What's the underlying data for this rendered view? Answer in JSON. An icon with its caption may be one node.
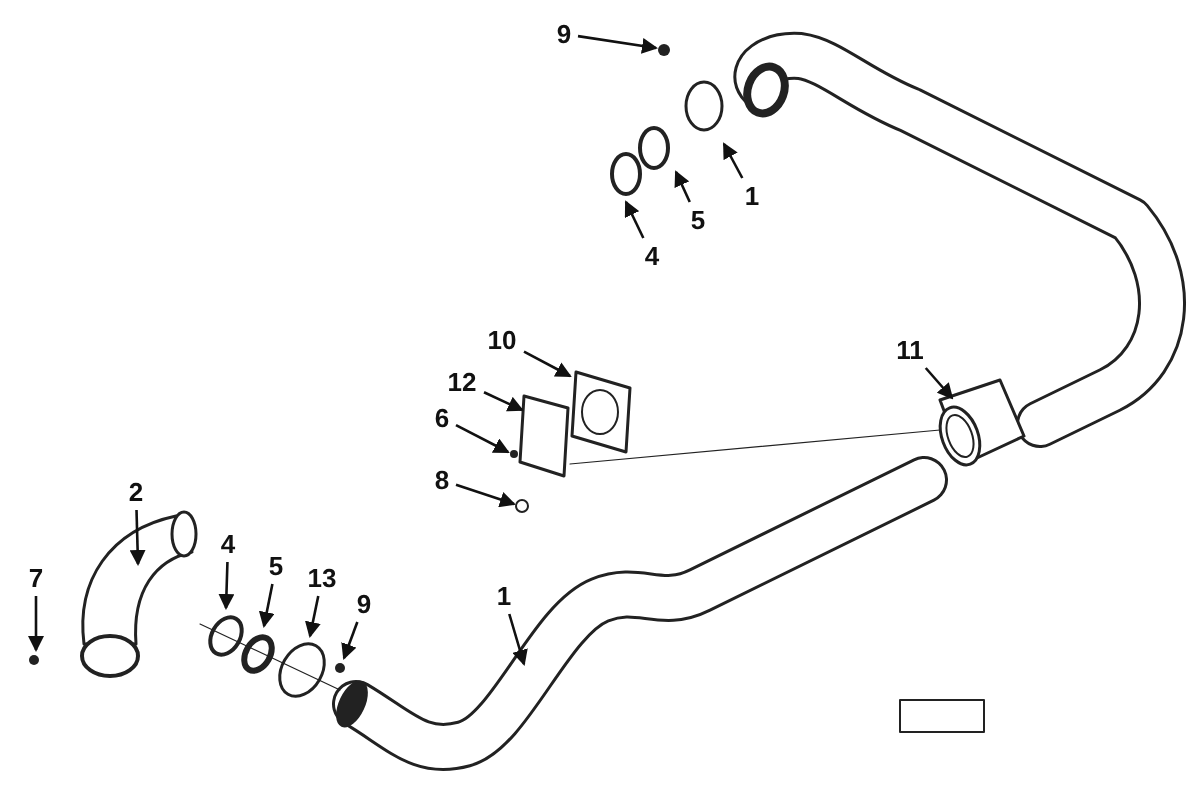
{
  "diagram": {
    "nodes": [
      {
        "text": [
          "9"
        ]
      },
      {
        "text": [
          "4"
        ]
      },
      {
        "text": [
          "5"
        ]
      },
      {
        "text": [
          "1"
        ]
      },
      {
        "text": [
          "10"
        ]
      },
      {
        "text": [
          "12"
        ]
      },
      {
        "text": [
          "6"
        ]
      },
      {
        "text": [
          "8"
        ]
      },
      {
        "text": [
          "11"
        ]
      },
      {
        "text": [
          "2"
        ]
      },
      {
        "text": [
          "7"
        ]
      },
      {
        "text": [
          "4"
        ]
      },
      {
        "text": [
          "5"
        ]
      },
      {
        "text": [
          "13"
        ]
      },
      {
        "text": [
          "9"
        ]
      },
      {
        "text": [
          "1"
        ]
      }
    ],
    "edges": [
      {
        "from": 0,
        "to": null,
        "arrow": "to"
      },
      {
        "from": 1,
        "to": null,
        "arrow": "to"
      },
      {
        "from": 2,
        "to": null,
        "arrow": "to"
      },
      {
        "from": 3,
        "to": null,
        "arrow": "to"
      },
      {
        "from": 4,
        "to": null,
        "arrow": "to"
      },
      {
        "from": 5,
        "to": null,
        "arrow": "to"
      },
      {
        "from": 6,
        "to": null,
        "arrow": "to"
      },
      {
        "from": 7,
        "to": null,
        "arrow": "to"
      },
      {
        "from": 8,
        "to": null,
        "arrow": "to"
      },
      {
        "from": 9,
        "to": null,
        "arrow": "to"
      },
      {
        "from": 10,
        "to": null,
        "arrow": "to"
      },
      {
        "from": 11,
        "to": null,
        "arrow": "to"
      },
      {
        "from": 12,
        "to": null,
        "arrow": "to"
      },
      {
        "from": 13,
        "to": null,
        "arrow": "to"
      },
      {
        "from": 14,
        "to": null,
        "arrow": "to"
      },
      {
        "from": 15,
        "to": null,
        "arrow": "to"
      }
    ]
  }
}
